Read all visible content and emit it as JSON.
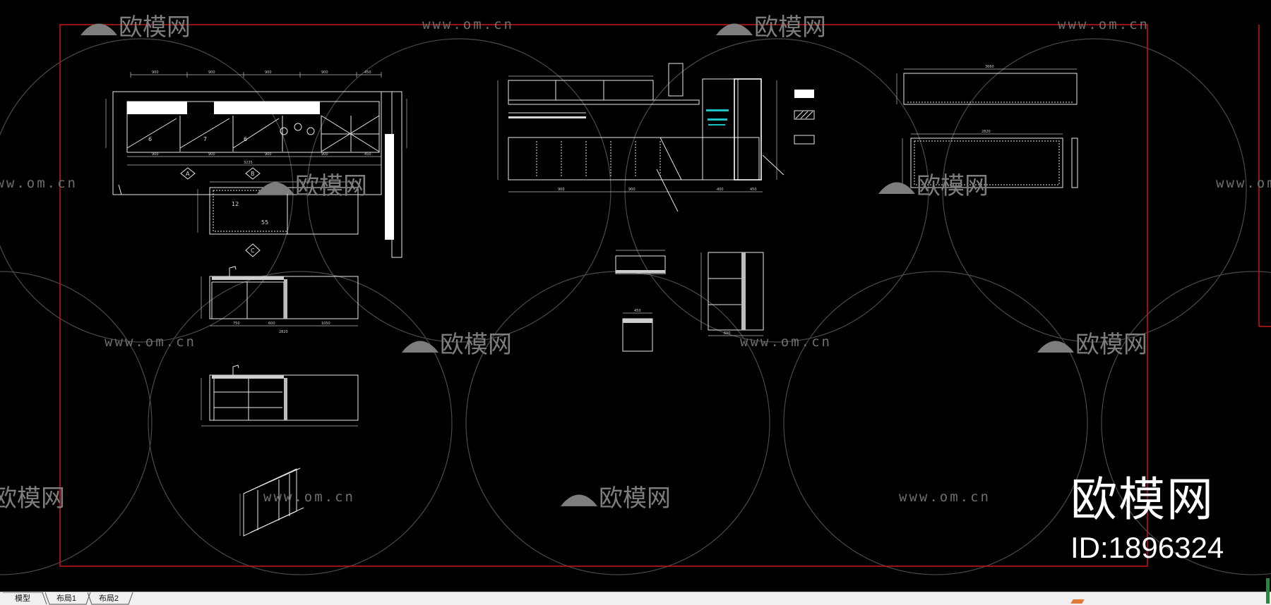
{
  "watermark": {
    "brand_text": "欧模网",
    "url_text": "www.om.cn"
  },
  "brand": {
    "title": "欧模网",
    "id_text": "ID:1896324"
  },
  "tabs": [
    {
      "label": "模型",
      "active": true
    },
    {
      "label": "布局1",
      "active": false
    },
    {
      "label": "布局2",
      "active": false
    }
  ],
  "drawing": {
    "section_markers": [
      "A",
      "B",
      "C"
    ],
    "dimensions": {
      "kitchen_plan_top": [
        "900",
        "900",
        "900",
        "900",
        "450"
      ],
      "kitchen_plan_bottom": [
        "900",
        "900",
        "900",
        "900",
        "450"
      ],
      "kitchen_total": "3225",
      "island_width": "2820",
      "island_splits": [
        "750",
        "600",
        "1050"
      ],
      "elevation_bottom": [
        "900",
        "900",
        "400",
        "450"
      ],
      "right_panel_width": "3660",
      "right_panel_lower": "2820",
      "detail_small": [
        "450",
        "600"
      ]
    },
    "cabinet_numbers": [
      "6",
      "7",
      "6"
    ],
    "island_numbers": [
      "12",
      "55"
    ],
    "colors": {
      "frame_border": "#c81818",
      "lines": "#e8e8e8",
      "accent_cyan": "#19c3c3",
      "background": "#000000"
    }
  }
}
